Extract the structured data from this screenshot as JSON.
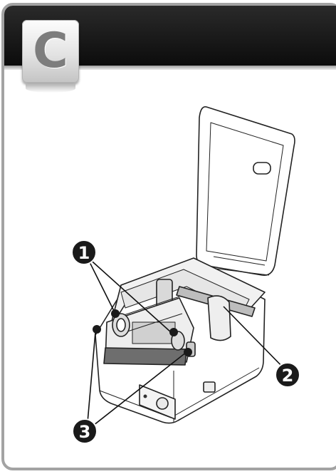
{
  "section": {
    "letter": "C"
  },
  "callouts": [
    {
      "label": "1"
    },
    {
      "label": "2"
    },
    {
      "label": "3"
    }
  ],
  "colors": {
    "frame": "#a3a3a3",
    "header": "#1a1a1a",
    "badge_letter": "#7d7d7d",
    "callout": "#1a1a1a"
  }
}
